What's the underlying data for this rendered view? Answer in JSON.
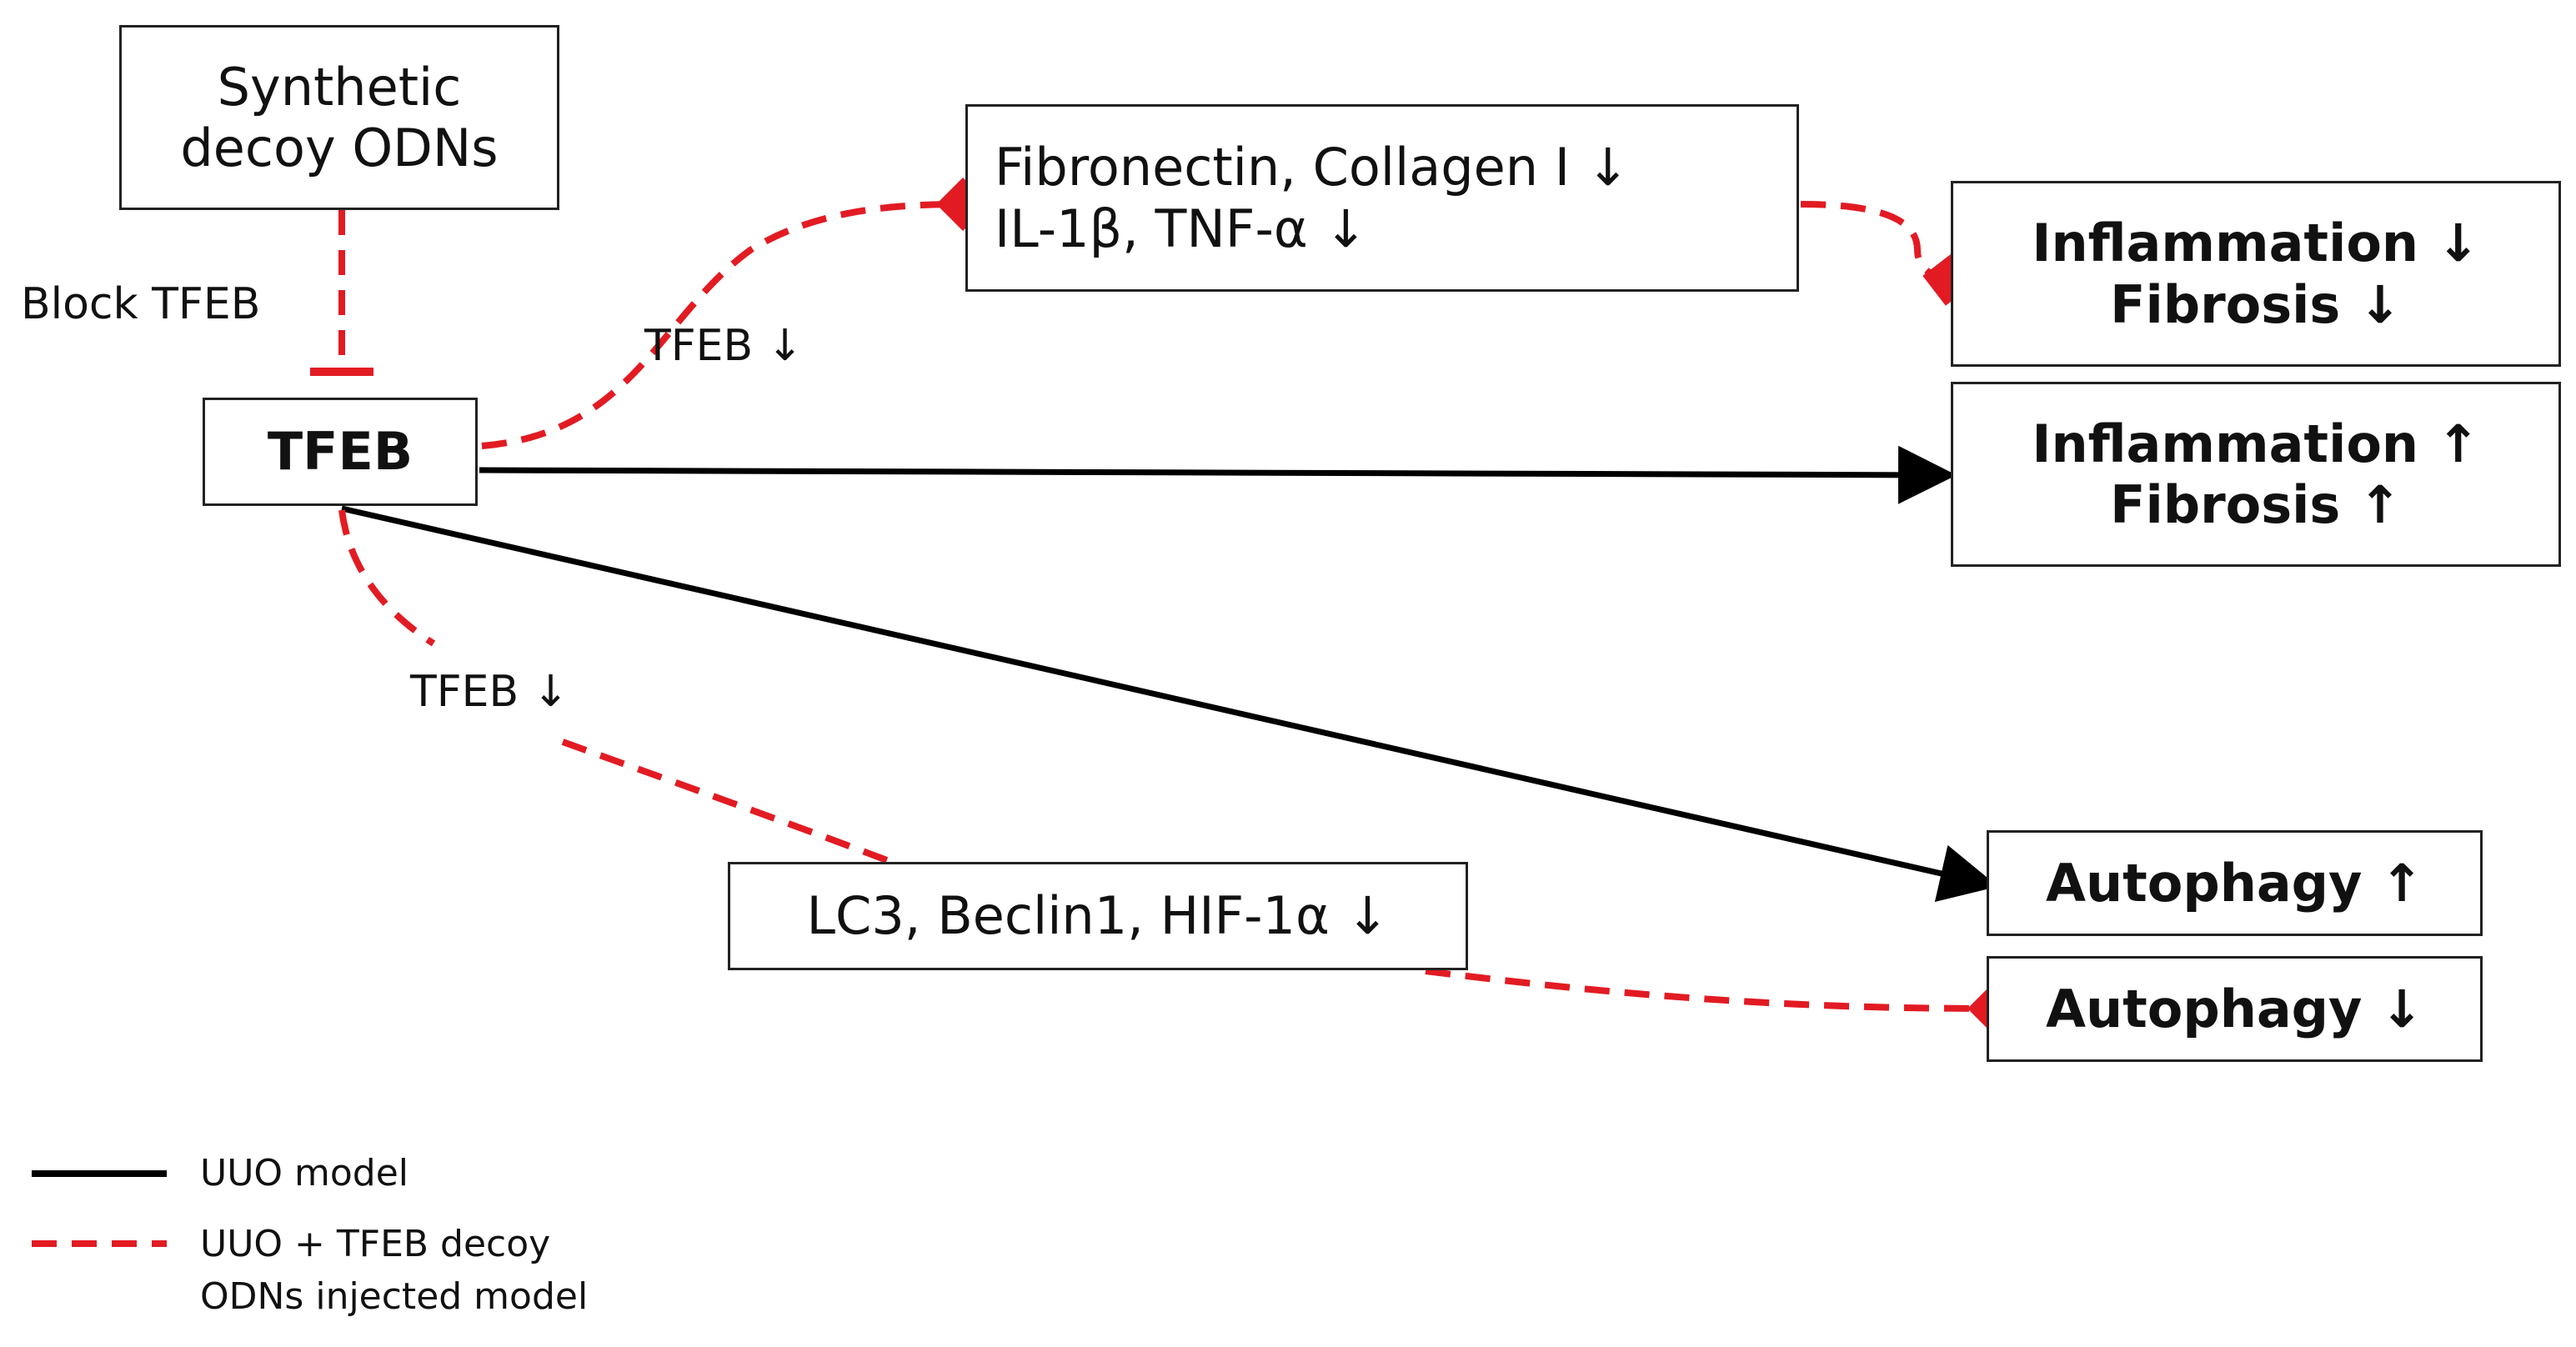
{
  "colors": {
    "uuo": "#000000",
    "decoy": "#e21b23",
    "box_border": "#222222"
  },
  "nodes": {
    "decoy": [
      "Synthetic",
      "decoy ODNs"
    ],
    "tfeb": "TFEB",
    "markers_top": [
      "Fibronectin, Collagen I ↓",
      "IL-1β, TNF-α ↓"
    ],
    "markers_bottom": "LC3, Beclin1, HIF-1α ↓",
    "outcome_decoy": [
      "Inflammation ↓",
      "Fibrosis ↓"
    ],
    "outcome_uuo": [
      "Inflammation ↑",
      "Fibrosis ↑"
    ],
    "autophagy_up": "Autophagy ↑",
    "autophagy_down": "Autophagy ↓"
  },
  "edge_labels": {
    "block": "Block TFEB",
    "tfeb_down_top": "TFEB ↓",
    "tfeb_down_bottom": "TFEB ↓"
  },
  "legend": [
    {
      "style": "solid",
      "color": "#000000",
      "lines": [
        "UUO model"
      ]
    },
    {
      "style": "dashed",
      "color": "#e21b23",
      "lines": [
        "UUO + TFEB decoy",
        "ODNs injected model"
      ]
    }
  ]
}
